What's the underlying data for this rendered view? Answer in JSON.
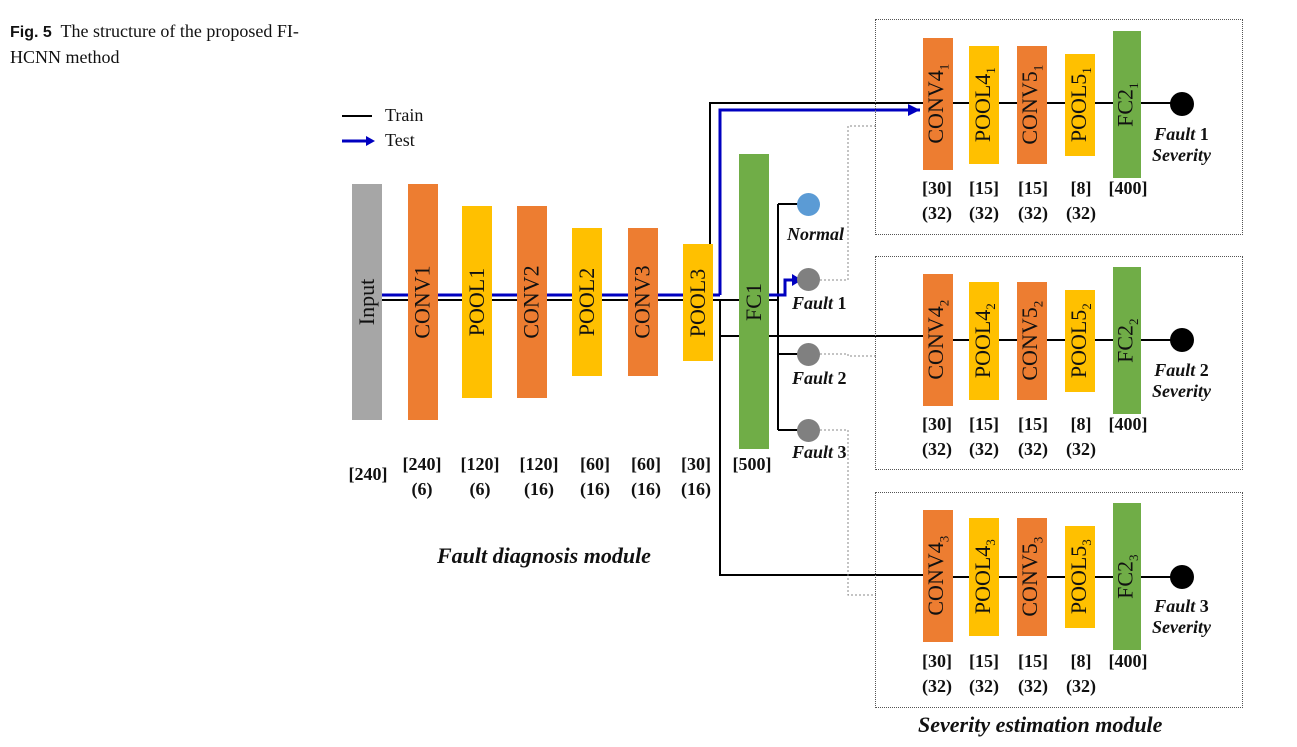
{
  "caption": {
    "label": "Fig. 5",
    "text": "The structure of the proposed FI-HCNN method"
  },
  "legend": {
    "train": "Train",
    "test": "Test"
  },
  "diagnosis": {
    "title": "Fault diagnosis module",
    "layers": [
      {
        "name": "Input",
        "dims": [
          "[240]"
        ]
      },
      {
        "name": "CONV1",
        "dims": [
          "[240]",
          "(6)"
        ]
      },
      {
        "name": "POOL1",
        "dims": [
          "[120]",
          "(6)"
        ]
      },
      {
        "name": "CONV2",
        "dims": [
          "[120]",
          "(16)"
        ]
      },
      {
        "name": "POOL2",
        "dims": [
          "[60]",
          "(16)"
        ]
      },
      {
        "name": "CONV3",
        "dims": [
          "[60]",
          "(16)"
        ]
      },
      {
        "name": "POOL3",
        "dims": [
          "[30]",
          "(16)"
        ]
      },
      {
        "name": "FC1",
        "dims": [
          "[500]"
        ]
      }
    ],
    "outputs": [
      {
        "name": "Normal",
        "num": ""
      },
      {
        "name": "Fault",
        "num": "1"
      },
      {
        "name": "Fault",
        "num": "2"
      },
      {
        "name": "Fault",
        "num": "3"
      }
    ]
  },
  "severity": {
    "title": "Severity estimation module",
    "branches": [
      {
        "sub": "1",
        "fault": "Fault",
        "num": "1",
        "severity": "Severity"
      },
      {
        "sub": "2",
        "fault": "Fault",
        "num": "2",
        "severity": "Severity"
      },
      {
        "sub": "3",
        "fault": "Fault",
        "num": "3",
        "severity": "Severity"
      }
    ],
    "layers": [
      {
        "base": "CONV4",
        "dims": [
          "[30]",
          "(32)"
        ]
      },
      {
        "base": "POOL4",
        "dims": [
          "[15]",
          "(32)"
        ]
      },
      {
        "base": "CONV5",
        "dims": [
          "[15]",
          "(32)"
        ]
      },
      {
        "base": "POOL5",
        "dims": [
          "[8]",
          "(32)"
        ]
      },
      {
        "base": "FC2",
        "dims": [
          "[400]"
        ]
      }
    ]
  },
  "colors": {
    "input": "#a6a6a6",
    "conv": "#ed7d31",
    "pool": "#ffc000",
    "fc": "#70ad47",
    "normal_node": "#5b9bd5",
    "fault_node": "#808080",
    "test_line": "#0000c0",
    "train_line": "#000000"
  }
}
